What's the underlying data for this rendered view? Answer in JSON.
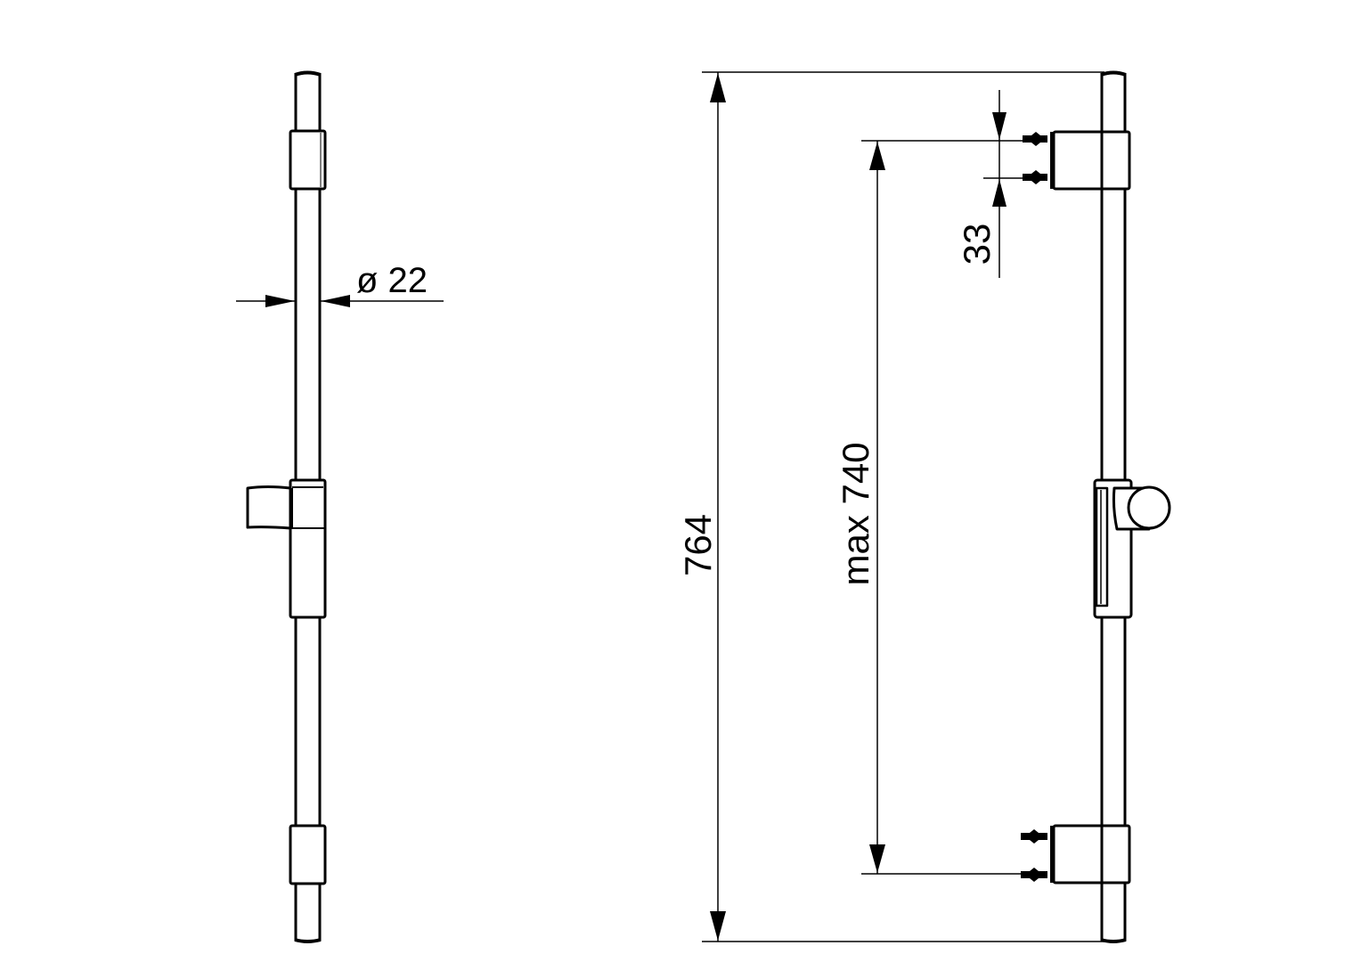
{
  "drawing": {
    "title": "Shower rail technical drawing",
    "line_color": "#000000",
    "background": "#ffffff"
  },
  "side_view": {
    "diameter_label": "ø 22"
  },
  "front_view": {
    "overall_height_label": "764",
    "max_mounting_label": "max 740",
    "bracket_offset_label": "33"
  }
}
